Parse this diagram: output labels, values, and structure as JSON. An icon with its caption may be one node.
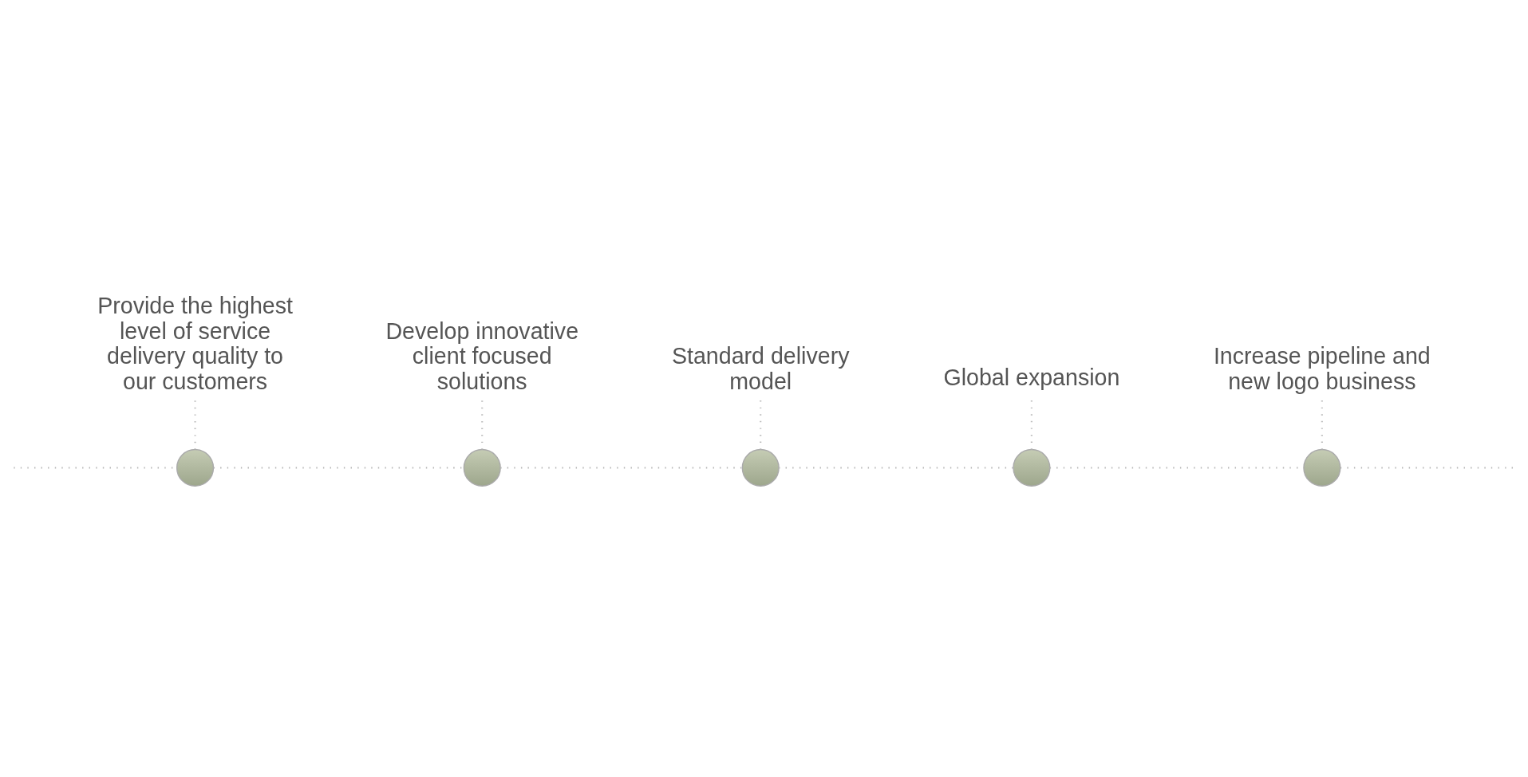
{
  "diagram": {
    "nodes": [
      {
        "text": [],
        "shape": "circle"
      },
      {
        "text": [],
        "shape": "circle"
      },
      {
        "text": [],
        "shape": "circle"
      },
      {
        "text": [],
        "shape": "circle"
      },
      {
        "text": [],
        "shape": "circle"
      },
      {
        "text": [
          "Provide the highest level of service delivery quality to our customers"
        ]
      },
      {
        "text": [
          "Develop innovative client focused solutions"
        ]
      },
      {
        "text": [
          "Standard delivery model"
        ]
      },
      {
        "text": [
          "Global expansion"
        ]
      },
      {
        "text": [
          "Increase pipeline and new logo business"
        ]
      }
    ],
    "edges": [
      {
        "from": null,
        "to": 0,
        "arrow": "none"
      },
      {
        "from": 0,
        "to": 1,
        "arrow": "none"
      },
      {
        "from": 1,
        "to": 2,
        "arrow": "none"
      },
      {
        "from": 2,
        "to": 3,
        "arrow": "none"
      },
      {
        "from": 3,
        "to": 4,
        "arrow": "none"
      },
      {
        "from": 4,
        "to": null,
        "arrow": "none"
      },
      {
        "from": 5,
        "to": 0,
        "arrow": "none"
      },
      {
        "from": 6,
        "to": 1,
        "arrow": "none"
      },
      {
        "from": 7,
        "to": 2,
        "arrow": "none"
      },
      {
        "from": 8,
        "to": 3,
        "arrow": "none"
      },
      {
        "from": 9,
        "to": 4,
        "arrow": "none"
      }
    ]
  }
}
